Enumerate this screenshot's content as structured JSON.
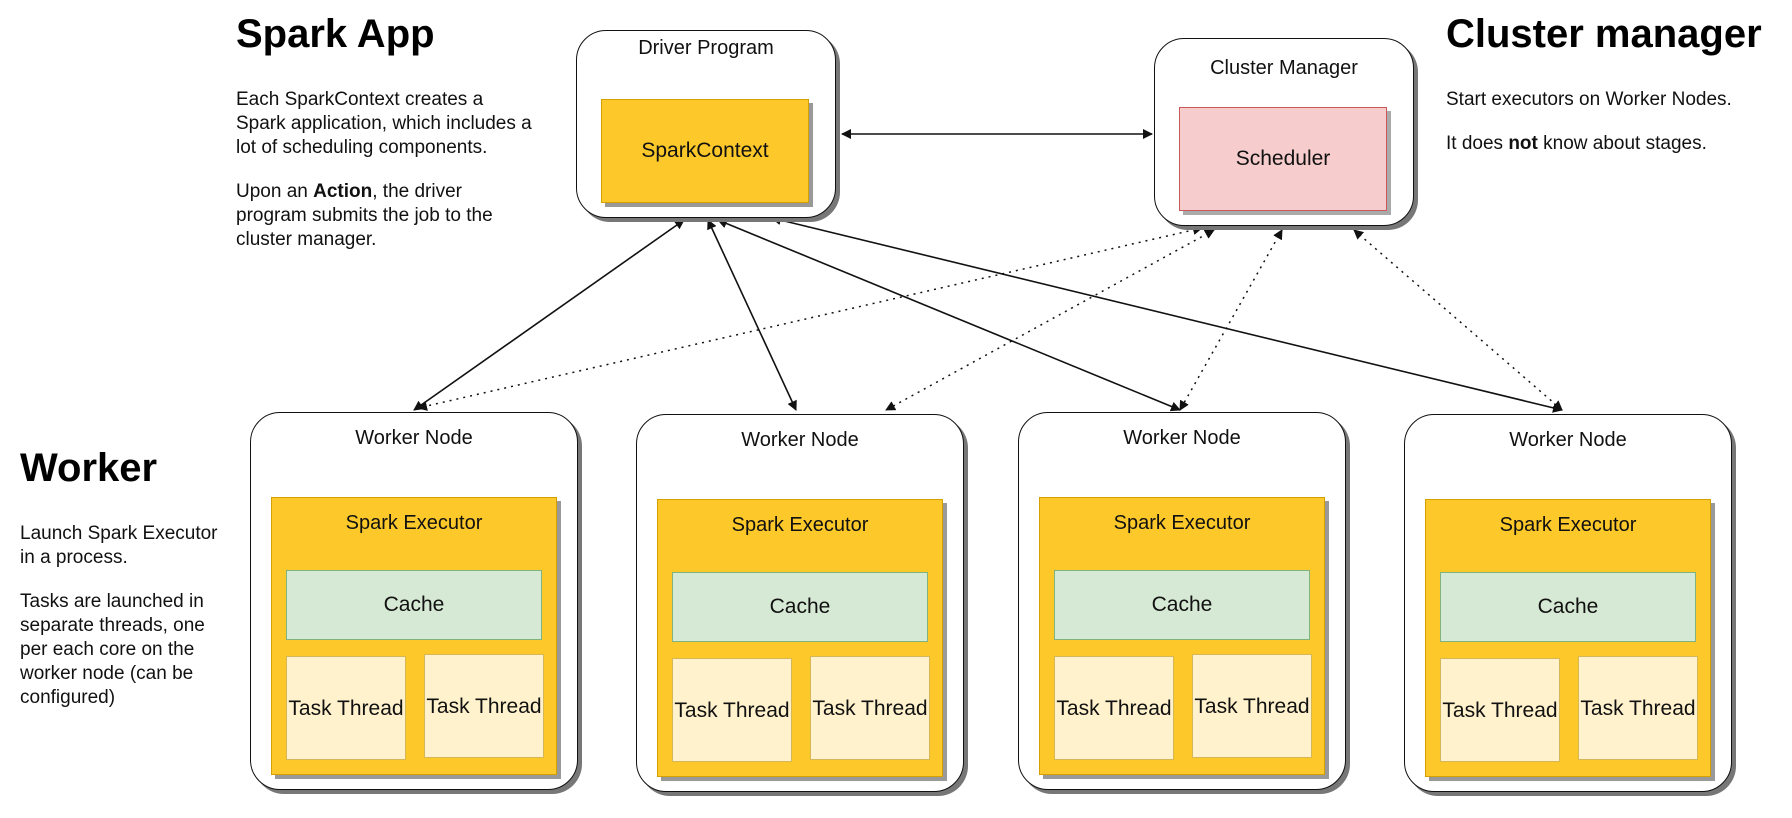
{
  "spark_app": {
    "heading": "Spark App",
    "para1": "Each SparkContext creates a Spark application, which includes a lot of scheduling components.",
    "para2_pre": "Upon an ",
    "para2_bold": "Action",
    "para2_post": ", the driver program submits the job to the cluster manager."
  },
  "cluster_text": {
    "heading": "Cluster manager",
    "para1": "Start executors on Worker Nodes.",
    "para2_pre": "It does ",
    "para2_bold": "not",
    "para2_post": " know about stages."
  },
  "worker_text": {
    "heading": "Worker",
    "para1": "Launch Spark Executor in a process.",
    "para2": "Tasks are launched in separate threads, one per each core on the worker node (can be configured)"
  },
  "driver": {
    "title": "Driver Program",
    "context": "SparkContext"
  },
  "cluster_manager": {
    "title": "Cluster Manager",
    "scheduler": "Scheduler"
  },
  "worker_nodes": [
    {
      "title": "Worker Node",
      "executor": "Spark Executor",
      "cache": "Cache",
      "task1": "Task Thread",
      "task2": "Task Thread"
    },
    {
      "title": "Worker Node",
      "executor": "Spark Executor",
      "cache": "Cache",
      "task1": "Task Thread",
      "task2": "Task Thread"
    },
    {
      "title": "Worker Node",
      "executor": "Spark Executor",
      "cache": "Cache",
      "task1": "Task Thread",
      "task2": "Task Thread"
    },
    {
      "title": "Worker Node",
      "executor": "Spark Executor",
      "cache": "Cache",
      "task1": "Task Thread",
      "task2": "Task Thread"
    }
  ],
  "colors": {
    "spark_context": "#fdc829",
    "scheduler": "#f7cccc",
    "cache": "#d6e9d4",
    "task_thread": "#fff2cc"
  }
}
